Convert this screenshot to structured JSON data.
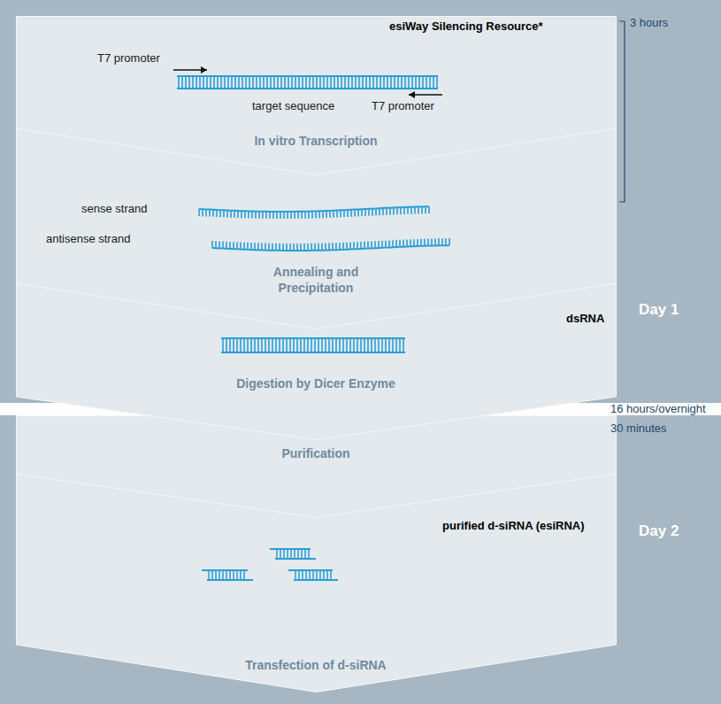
{
  "diagram": {
    "nodes": [
      {
        "text": [
          "T7 promoter",
          "target sequence",
          "T7 promoter",
          "In vitro Transcription"
        ]
      },
      {
        "text": [
          "sense strand",
          "antisense strand",
          "Annealing and Precipitation"
        ]
      },
      {
        "text": [
          "Digestion by Dicer Enzyme"
        ]
      },
      {
        "text": [
          "Purification"
        ]
      },
      {
        "text": [
          "Transfection of d-siRNA"
        ]
      }
    ],
    "labels": [
      "esiWay Silencing Resource*",
      "3 hours",
      "dsRNA",
      "Day 1",
      "16 hours/overnight",
      "30 minutes",
      "purified d-siRNA (esiRNA)",
      "Day 2"
    ]
  }
}
